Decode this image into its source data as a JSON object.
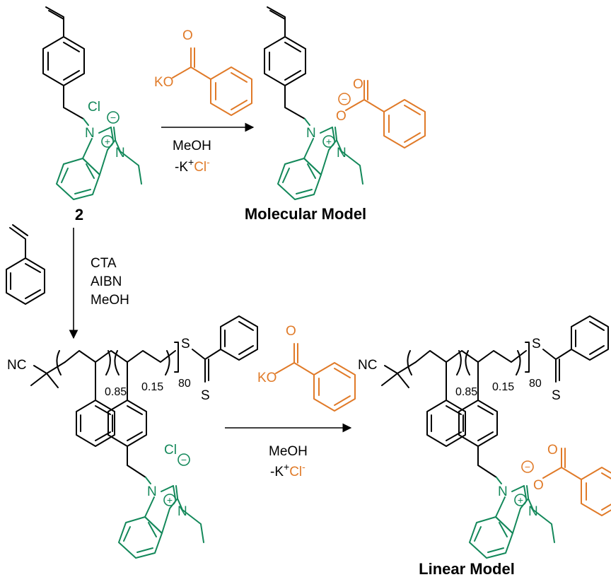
{
  "colors": {
    "cation": "#13885a",
    "anion": "#e07a28",
    "text": "#000000"
  },
  "labels": {
    "compound_number": "2",
    "molecular_model": "Molecular Model",
    "linear_model": "Linear Model"
  },
  "atoms": {
    "N": "N",
    "Cl": "Cl",
    "KO": "KO",
    "O": "O",
    "S": "S",
    "NC": "NC",
    "minus": "−",
    "plus": "+"
  },
  "reagents": {
    "top_arrow": {
      "solvent": "MeOH",
      "byproduct_prefix": "-K",
      "byproduct_sup": "+",
      "byproduct_mid": "Cl",
      "byproduct_sup2": "-"
    },
    "down_arrow": [
      "CTA",
      "AIBN",
      "MeOH"
    ],
    "bottom_arrow": {
      "solvent": "MeOH",
      "byproduct_prefix": "-K",
      "byproduct_sup": "+",
      "byproduct_mid": "Cl",
      "byproduct_sup2": "-"
    }
  },
  "polymer": {
    "fraction_a": "0.85",
    "fraction_b": "0.15",
    "repeat": "80"
  }
}
